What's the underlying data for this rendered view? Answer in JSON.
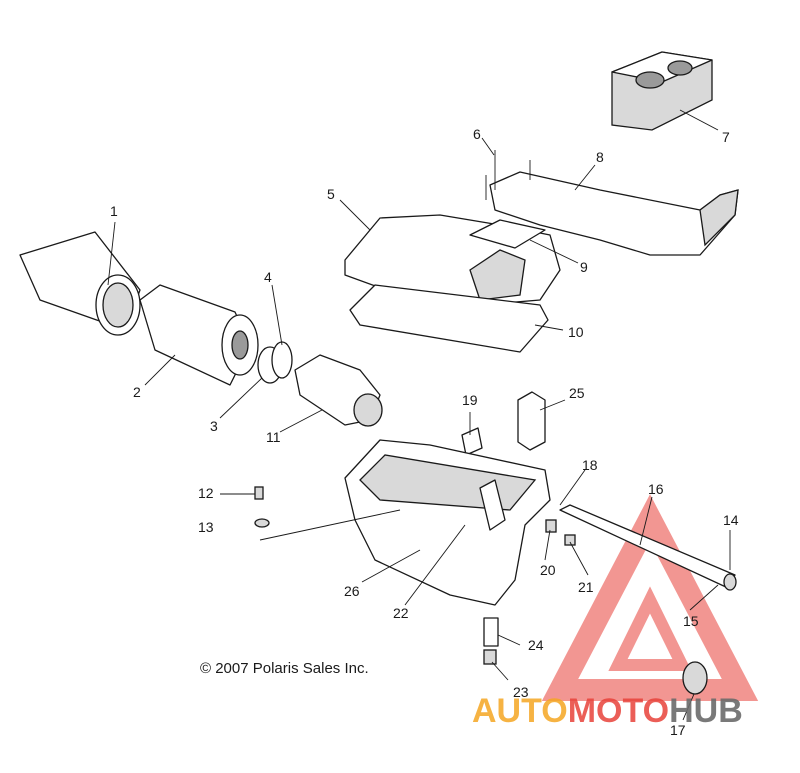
{
  "copyright": "© 2007 Polaris Sales Inc.",
  "watermark": {
    "part1": "AUTO",
    "part2": "MOTO",
    "part3": "HUB",
    "color_orange": "#f5a623",
    "color_red": "#e8423a",
    "color_gray": "#6b6b6b"
  },
  "callouts": [
    "1",
    "2",
    "3",
    "4",
    "5",
    "6",
    "7",
    "8",
    "9",
    "10",
    "11",
    "12",
    "13",
    "14",
    "15",
    "16",
    "17",
    "18",
    "19",
    "20",
    "21",
    "22",
    "23",
    "24",
    "25",
    "26"
  ]
}
